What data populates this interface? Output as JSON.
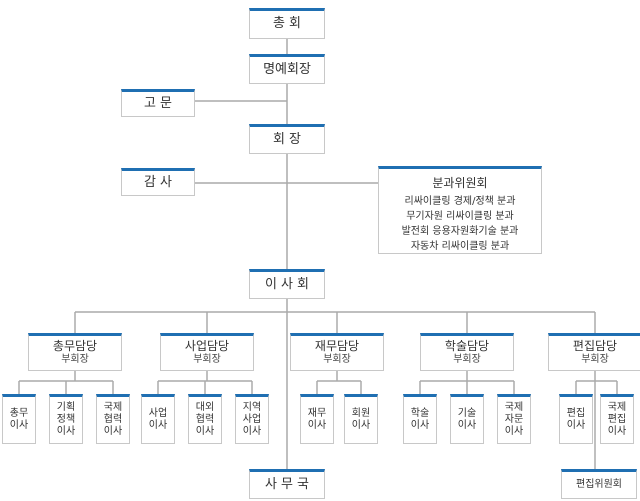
{
  "nodes": {
    "general_assembly": "총회",
    "honorary_president": "명예회장",
    "advisor": "고문",
    "president": "회장",
    "auditor": "감사",
    "branches": {
      "title": "분과위원회",
      "items": [
        "리싸이클링 경제/정책 분과",
        "무기자원 리싸이클링 분과",
        "발전회 응용자원화기술 분과",
        "자동차 리싸이클링 분과"
      ]
    },
    "board": "이사회",
    "secretariat": "사무국",
    "divisions": [
      {
        "title": "총무담당",
        "role": "부회장",
        "members": [
          [
            "총무",
            "이사"
          ],
          [
            "기획",
            "정책",
            "이사"
          ],
          [
            "국제",
            "협력",
            "이사"
          ]
        ]
      },
      {
        "title": "사업담당",
        "role": "부회장",
        "members": [
          [
            "사업",
            "이사"
          ],
          [
            "대외",
            "협력",
            "이사"
          ],
          [
            "지역",
            "사업",
            "이사"
          ]
        ]
      },
      {
        "title": "재무담당",
        "role": "부회장",
        "members": [
          [
            "재무",
            "이사"
          ],
          [
            "회원",
            "이사"
          ]
        ]
      },
      {
        "title": "학술담당",
        "role": "부회장",
        "members": [
          [
            "학술",
            "이사"
          ],
          [
            "기술",
            "이사"
          ],
          [
            "국제",
            "자문",
            "이사"
          ]
        ]
      },
      {
        "title": "편집담당",
        "role": "부회장",
        "members": [
          [
            "편집",
            "이사"
          ],
          [
            "국제",
            "편집",
            "이사"
          ]
        ]
      }
    ],
    "editorial_committee": "편집위원회"
  },
  "colors": {
    "accent": "#1f6fb2",
    "line": "#aaaaaa",
    "border": "#c8c8c8"
  }
}
